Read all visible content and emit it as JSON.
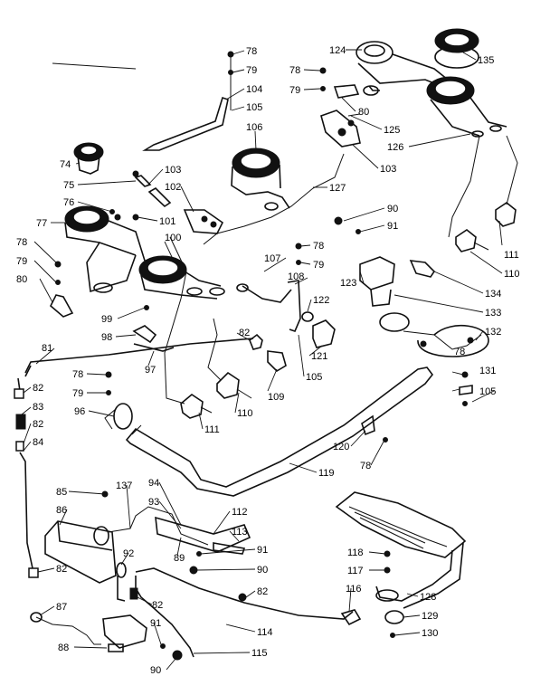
{
  "labels": {
    "l78a": "78",
    "l79a": "79",
    "l104": "104",
    "l105a": "105",
    "l106": "106",
    "l124": "124",
    "l135": "135",
    "l78b": "78",
    "l79b": "79",
    "l80a": "80",
    "l125": "125",
    "l126": "126",
    "l103a": "103",
    "l74": "74",
    "l103b": "103",
    "l102": "102",
    "l127": "127",
    "l75": "75",
    "l76": "76",
    "l101": "101",
    "l90a": "90",
    "l91a": "91",
    "l77": "77",
    "l100": "100",
    "l78c": "78",
    "l79c": "79",
    "l107": "107",
    "l108": "108",
    "l111a": "111",
    "l110a": "110",
    "l78d": "78",
    "l79d": "79",
    "l80b": "80",
    "l99": "99",
    "l123": "123",
    "l134": "134",
    "l122": "122",
    "l133": "133",
    "l98": "98",
    "l82a": "82",
    "l121": "121",
    "l132": "132",
    "l81": "81",
    "l97": "97",
    "l105b": "105",
    "l78e": "78",
    "l131": "131",
    "l78f": "78",
    "l82b": "82",
    "l79e": "79",
    "l109": "109",
    "l105c": "105",
    "l83": "83",
    "l96": "96",
    "l110b": "110",
    "l82c": "82",
    "l111b": "111",
    "l120": "120",
    "l84": "84",
    "l78g": "78",
    "l119": "119",
    "l85": "85",
    "l137": "137",
    "l94": "94",
    "l93": "93",
    "l112": "112",
    "l86": "86",
    "l113": "113",
    "l91b": "91",
    "l92": "92",
    "l89": "89",
    "l118": "118",
    "l82d": "82",
    "l90b": "90",
    "l117": "117",
    "l82e": "82",
    "l116": "116",
    "l128": "128",
    "l87": "87",
    "l82f": "82",
    "l129": "129",
    "l114": "114",
    "l91c": "91",
    "l130": "130",
    "l88": "88",
    "l115": "115",
    "l90c": "90"
  }
}
